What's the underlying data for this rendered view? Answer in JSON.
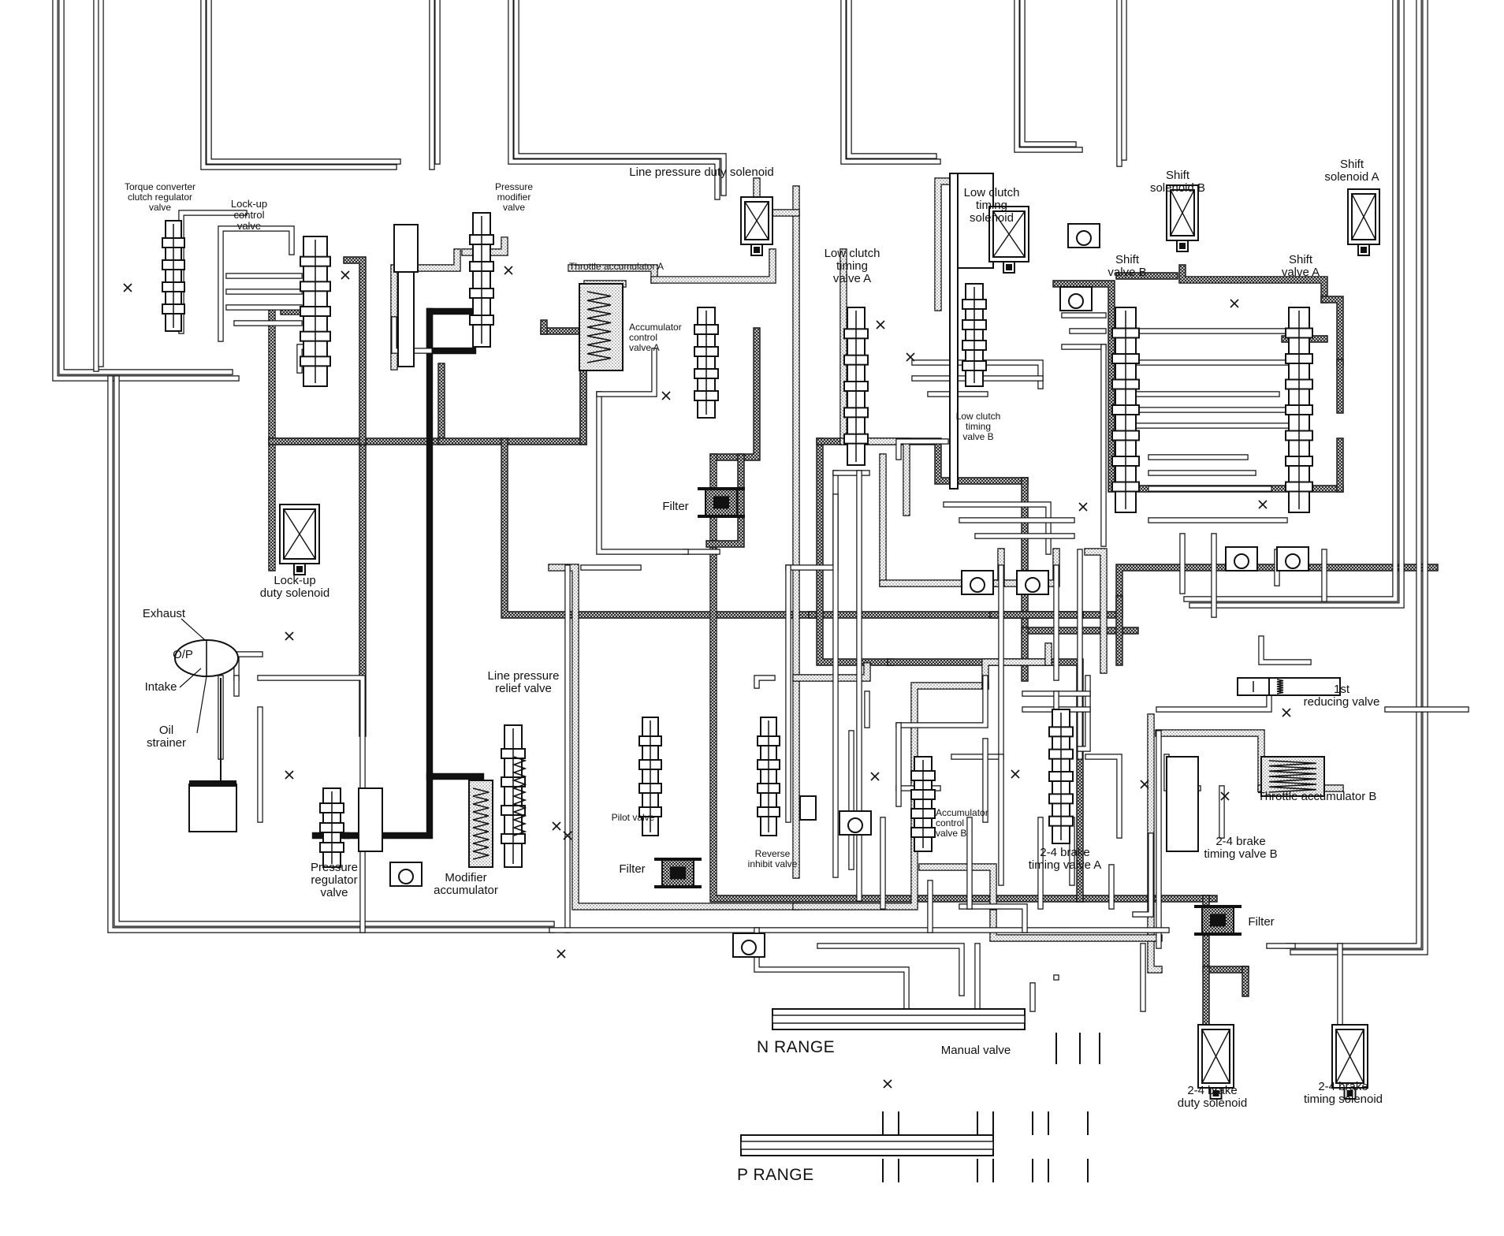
{
  "labels": {
    "torque_converter_clutch_regulator_valve": "Torque converter\nclutch regulator\nvalve",
    "lock_up_control_valve": "Lock-up\ncontrol\nvalve",
    "pressure_modifier_valve": "Pressure\nmodifier\nvalve",
    "line_pressure_duty_solenoid": "Line pressure duty solenoid",
    "throttle_accumulator_a": "Throttle accumulator A",
    "accumulator_control_valve_a": "Accumulator\ncontrol\nvalve A",
    "low_clutch_timing_valve_a": "Low clutch\ntiming\nvalve A",
    "low_clutch_timing_solenoid": "Low clutch\ntiming\nsolenoid",
    "low_clutch_timing_valve_b": "Low clutch\ntiming\nvalve B",
    "shift_solenoid_b": "Shift\nsolenoid B",
    "shift_valve_b": "Shift\nvalve B",
    "shift_solenoid_a": "Shift\nsolenoid A",
    "shift_valve_a": "Shift\nvalve A",
    "filter_1": "Filter",
    "lock_up_duty_solenoid": "Lock-up\nduty solenoid",
    "exhaust": "Exhaust",
    "op": "O/P",
    "intake": "Intake",
    "oil_strainer": "Oil\nstrainer",
    "line_pressure_relief_valve": "Line pressure\nrelief valve",
    "pilot_valve": "Pilot valve",
    "filter_2": "Filter",
    "pressure_regulator_valve": "Pressure\nregulator\nvalve",
    "modifier_accumulator": "Modifier\naccumulator",
    "reverse_inhibit_valve": "Reverse\ninhibit valve",
    "accumulator_control_valve_b": "Accumulator\ncontrol\nvalve B",
    "brake_timing_valve_a": "2-4 brake\ntiming valve A",
    "first_reducing_valve": "1st\nreducing valve",
    "throttle_accumulator_b": "Throttle accumulator B",
    "brake_timing_valve_b": "2-4 brake\ntiming valve B",
    "filter_3": "Filter",
    "n_range": "N  RANGE",
    "manual_valve": "Manual valve",
    "brake_duty_solenoid": "2-4 brake\nduty solenoid",
    "brake_timing_solenoid": "2-4 brake\ntiming solenoid",
    "p_range": "P  RANGE"
  },
  "colors": {
    "line": "#111111",
    "background": "#ffffff",
    "hatch_dense": "#555555",
    "hatch_light": "#9a9a9a",
    "solid_fill": "#111111"
  }
}
